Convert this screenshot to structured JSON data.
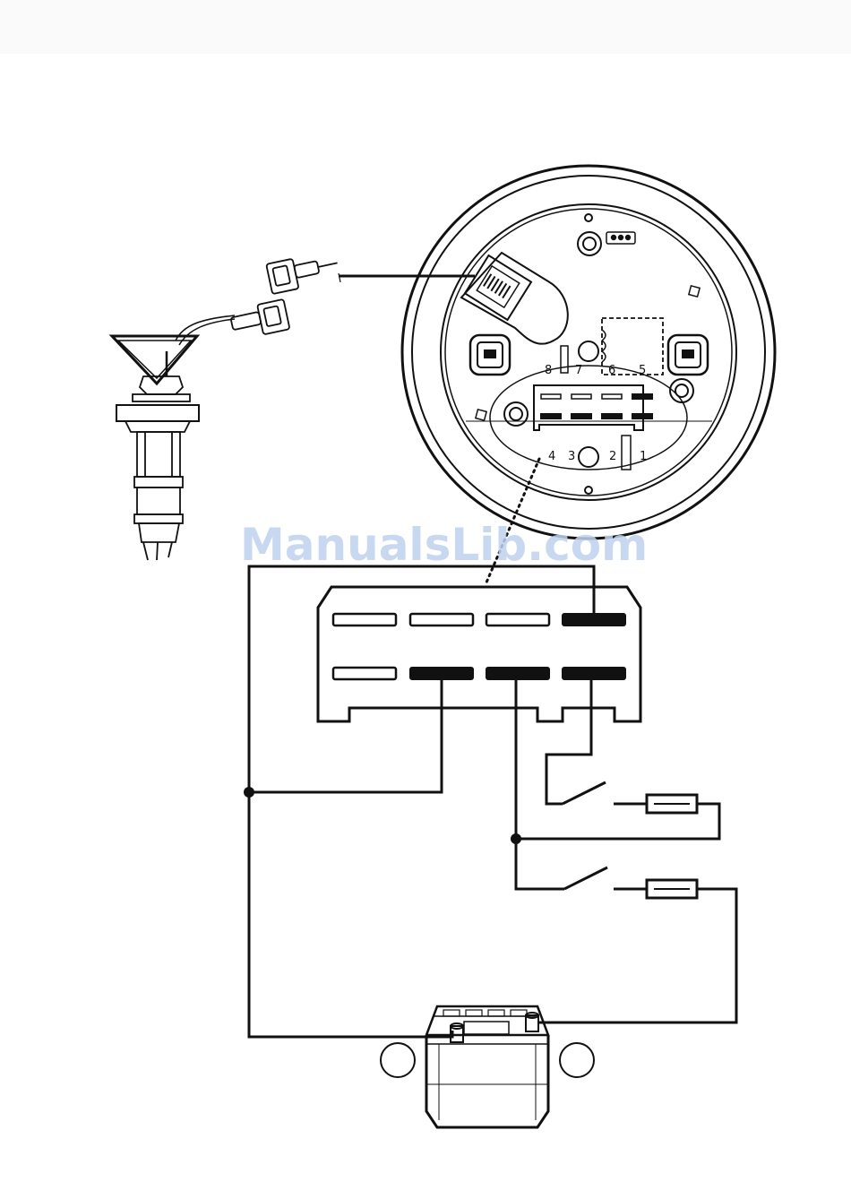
{
  "watermark": "ManualsLib.com",
  "pin_labels": [
    "8",
    "7",
    "6",
    "5",
    "4",
    "3",
    "2",
    "1"
  ],
  "colors": {
    "line": "#111111",
    "watermark": "#bfd2ee"
  },
  "components": {
    "sensor": "sensor-icon",
    "gauge": "gauge-back-icon",
    "connector": "connector-block-icon",
    "switches": [
      "switch-icon",
      "switch-icon"
    ],
    "fuses": [
      "fuse-icon",
      "fuse-icon"
    ],
    "battery": "battery-icon",
    "terminals": [
      "minus-terminal-circle",
      "plus-terminal-circle"
    ]
  }
}
